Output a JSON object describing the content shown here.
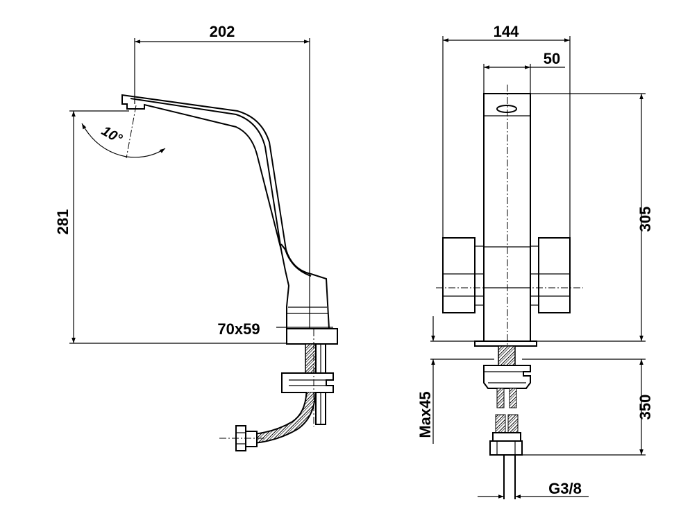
{
  "dimensions": {
    "spout_reach": "202",
    "spout_height": "281",
    "spout_angle": "10°",
    "base_plate": "70x59",
    "total_width": "144",
    "body_width": "50",
    "total_height": "305",
    "deck_thickness": "Max45",
    "hose_length": "350",
    "connection_thread": "G3/8"
  }
}
